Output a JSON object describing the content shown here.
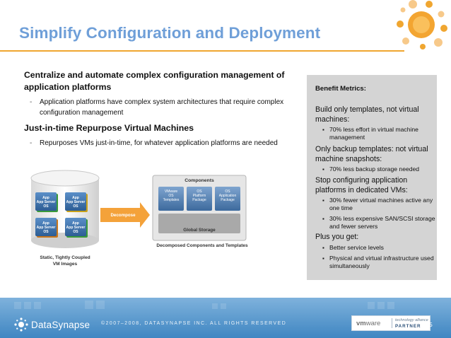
{
  "slide": {
    "title": "Simplify Configuration and Deployment",
    "page_number": "5"
  },
  "left": {
    "heading1": "Centralize and automate complex configuration management of application platforms",
    "bullet1": "Application platforms have complex system architectures that require complex configuration management",
    "heading2": "Just-in-time Repurpose Virtual Machines",
    "bullet2": "Repurposes VMs just-in-time, for whatever application platforms are needed",
    "bullet_marker": "-"
  },
  "diagram": {
    "stack_label_line1": "Static, Tightly Coupled",
    "stack_label_line2": "VM Images",
    "vm_tile": {
      "line1": "App",
      "line2": "App Server",
      "line3": "OS"
    },
    "arrow_label": "Decompose",
    "components_title": "Components",
    "component1": [
      "VMware",
      "OS",
      "Templates"
    ],
    "component2": [
      "OS",
      "Platform",
      "Package"
    ],
    "component3": [
      "OS",
      "Application",
      "Package"
    ],
    "global_storage": "Global Storage",
    "caption": "Decomposed Components and Templates"
  },
  "panel": {
    "heading": "Benefit Metrics:",
    "item1_main": "Build only templates, not virtual machines:",
    "item1_sub": "70% less effort in virtual machine management",
    "item2_main": "Only backup templates: not virtual machine snapshots:",
    "item2_sub": "70% less backup storage needed",
    "item3_main": "Stop configuring application platforms in dedicated VMs:",
    "item3_sub1": "30% fewer virtual machines active any one time",
    "item3_sub2": "30% less expensive SAN/SCSI storage and fewer servers",
    "item4_main": "Plus you get:",
    "item4_sub1": "Better service levels",
    "item4_sub2": "Physical and virtual infrastructure used simultaneously",
    "sub_marker": "▪"
  },
  "footer": {
    "brand": "DataSynapse",
    "copyright": "©2007–2008, DATASYNAPSE INC. ALL RIGHTS RESERVED",
    "badge_vm": "vm",
    "badge_ware": "ware",
    "badge_tag": "technology alliance",
    "badge_partner": "PARTNER"
  },
  "colors": {
    "title": "#6f9fd8",
    "rule": "#f0a630",
    "footer": "#4a90c8",
    "panel": "#d4d4d4",
    "arrow": "#f4a23a"
  }
}
